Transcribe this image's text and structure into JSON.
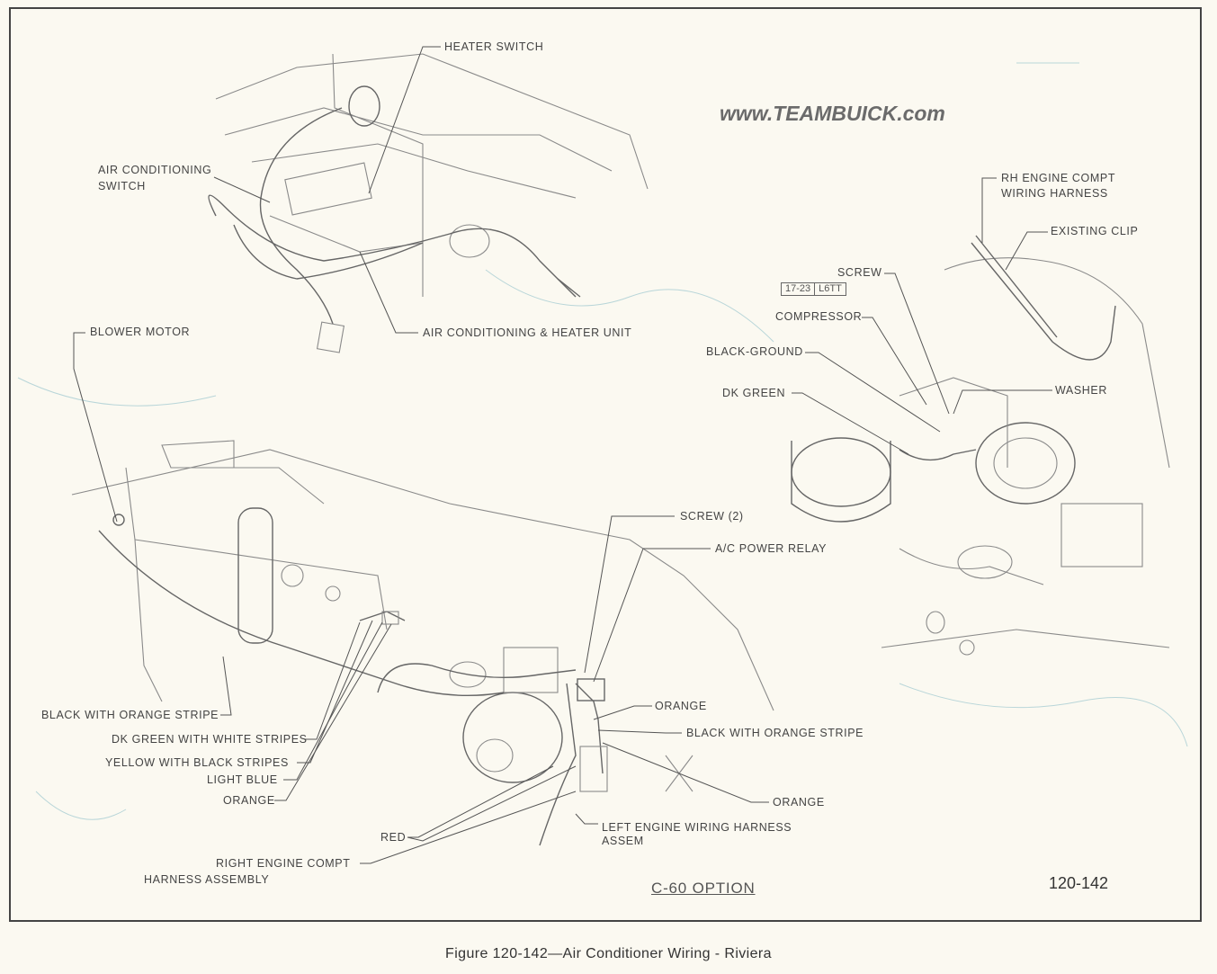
{
  "watermark": "www.TEAMBUICK.com",
  "figure_number": "120-142",
  "option_label": "C-60 OPTION",
  "caption": "Figure 120-142—Air Conditioner Wiring - Riviera",
  "reference_box": [
    "17-23",
    "L6TT"
  ],
  "labels": {
    "heater_switch": "HEATER SWITCH",
    "ac_switch_1": "AIR CONDITIONING",
    "ac_switch_2": "SWITCH",
    "ac_heater_unit": "AIR CONDITIONING & HEATER UNIT",
    "blower_motor": "BLOWER MOTOR",
    "rh_harness_1": "RH ENGINE COMPT",
    "rh_harness_2": "WIRING HARNESS",
    "existing_clip": "EXISTING CLIP",
    "screw": "SCREW",
    "compressor": "COMPRESSOR",
    "black_ground": "BLACK-GROUND",
    "washer": "WASHER",
    "dk_green": "DK GREEN",
    "screw_2": "SCREW (2)",
    "ac_power_relay": "A/C POWER RELAY",
    "orange_1": "ORANGE",
    "black_orange_stripe_right": "BLACK WITH ORANGE STRIPE",
    "orange_2": "ORANGE",
    "left_harness_1": "LEFT ENGINE WIRING HARNESS",
    "left_harness_2": "ASSEM",
    "black_orange_stripe_left": "BLACK WITH ORANGE STRIPE",
    "dk_green_white": "DK GREEN WITH WHITE STRIPES",
    "yellow_black": "YELLOW WITH BLACK STRIPES",
    "light_blue": "LIGHT BLUE",
    "orange_3": "ORANGE",
    "red": "RED",
    "right_harness_1": "RIGHT ENGINE COMPT",
    "right_harness_2": "HARNESS ASSEMBLY"
  }
}
